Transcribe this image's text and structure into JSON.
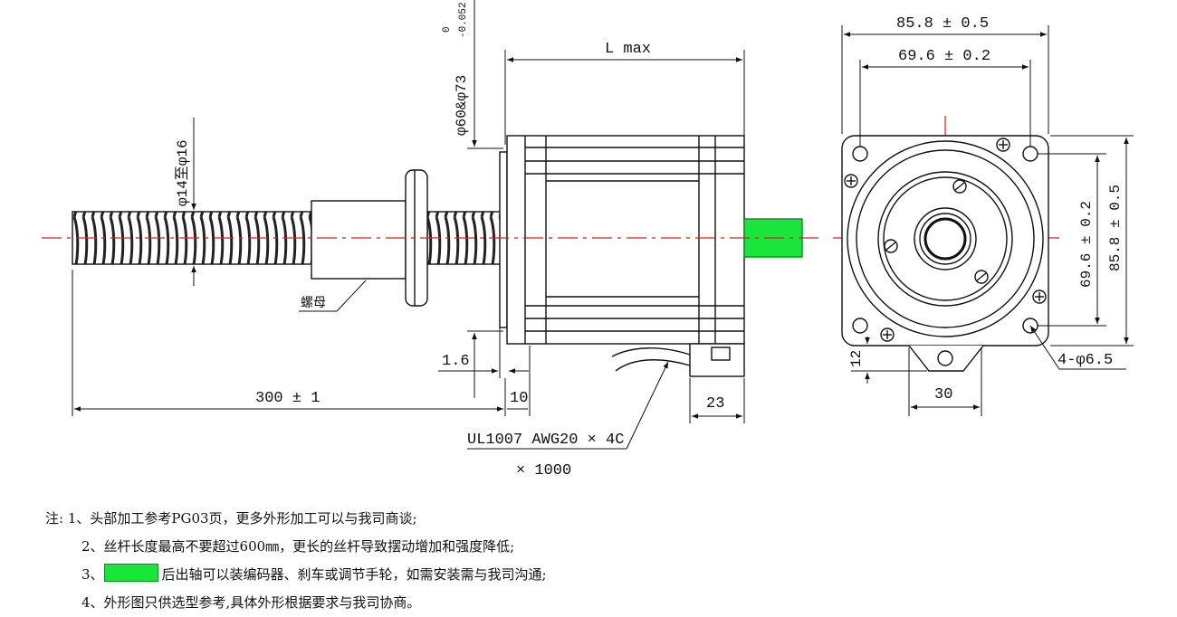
{
  "drawing": {
    "dimensions": {
      "flange_outer": "85.8 ± 0.5",
      "hole_spacing": "69.6 ± 0.2",
      "flange_outer_vertical": "85.8 ± 0.5",
      "hole_spacing_vertical": "69.6 ± 0.2",
      "length": "L max",
      "pilot_diameter": "φ60&φ73",
      "pilot_tolerance_upper": "0",
      "pilot_tolerance_lower": "-0.052",
      "screw_diameter": "φ14至φ16",
      "flange_thickness": "1.6",
      "screw_length": "300 ± 1",
      "boss_length": "10",
      "connector_width": "23",
      "cable_spec": "UL1007 AWG20 × 4C",
      "cable_length": "× 1000",
      "mount_holes": "4-φ6.5",
      "connector_offset": "12",
      "connector_span": "30"
    },
    "labels": {
      "nut": "螺母"
    },
    "colors": {
      "centerline": "#e02020",
      "shaft_highlight": "#19e63b",
      "line": "#111111"
    }
  },
  "notes": {
    "prefix": "注:",
    "items": [
      "1、头部加工参考PG03页，更多外形加工可以与我司商谈;",
      "2、丝杆长度最高不要超过600㎜，更长的丝杆导致摆动增加和强度降低;",
      "后出轴可以装编码器、刹车或调节手轮，如需安装需与我司沟通;",
      "4、外形图只供选型参考,具体外形根据要求与我司协商。"
    ],
    "item3_number": "3、"
  }
}
